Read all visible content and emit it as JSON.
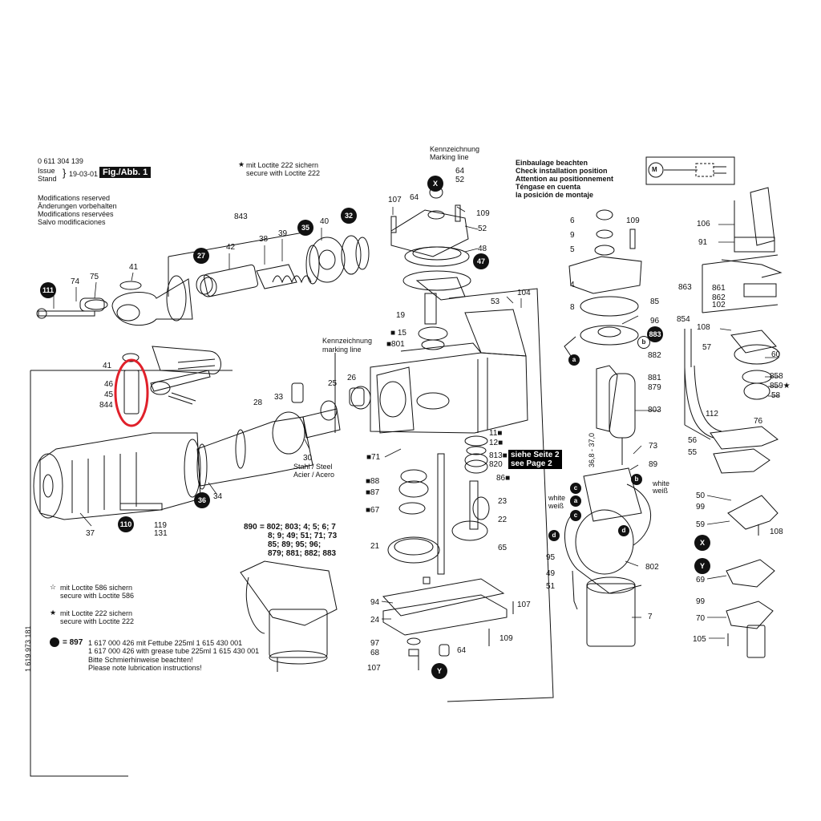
{
  "header": {
    "part_no": "0 611 304 139",
    "issue_label": "Issue",
    "stand_label": "Stand",
    "date": "19-03-01",
    "fig_label": "Fig./Abb. 1",
    "loctite_222_de": "mit Loctite 222 sichern",
    "loctite_222_en": "secure with Loctite 222",
    "modifications": [
      "Modifications reserved",
      "Änderungen vorbehalten",
      "Modifications reservées",
      "Salvo modificaciones"
    ]
  },
  "marking_top": {
    "de": "Kennzeichnung",
    "en": "Marking line",
    "install": [
      "Einbaulage beachten",
      "Check installation position",
      "Attention au positionnement",
      "Téngase en cuenta",
      "la posición de montaje"
    ]
  },
  "marking_mid": {
    "de": "Kennzeichnung",
    "en": "marking line"
  },
  "steel": {
    "de": "Stahl / Steel",
    "es": "Acier / Acero"
  },
  "see_page": {
    "de": "siehe Seite 2",
    "en": "see Page 2"
  },
  "dimension": "36,8 - 37,0",
  "white_labels": [
    "white",
    "weiß"
  ],
  "set_890": {
    "label": "890",
    "lines": [
      "= 802; 803; 4; 5; 6; 7",
      "8; 9; 49; 51; 71; 73",
      "85; 89; 95; 96;",
      "879; 881; 882; 883"
    ]
  },
  "footnotes": {
    "loctite_586_de": "mit Loctite 586 sichern",
    "loctite_586_en": "secure with Loctite 586",
    "loctite_222_de": "mit Loctite 222 sichern",
    "loctite_222_en": "secure with Loctite 222",
    "grease_no": "= 897",
    "grease_lines": [
      "1 617 000 426 mit Fettube 225ml 1 615 430 001",
      "1 617 000 426 with grease tube 225ml 1 615 430 001",
      "Bitte Schmierhinweise beachten!",
      "Please note lubrication instructions!"
    ]
  },
  "doc_number": "1 619 973 181",
  "colors": {
    "ink": "#111111",
    "highlight": "#e0202a"
  },
  "icons": [
    "motor-symbol-icon",
    "switch-symbol-icon",
    "star-icon",
    "outline-star-icon",
    "grease-dot-icon"
  ]
}
